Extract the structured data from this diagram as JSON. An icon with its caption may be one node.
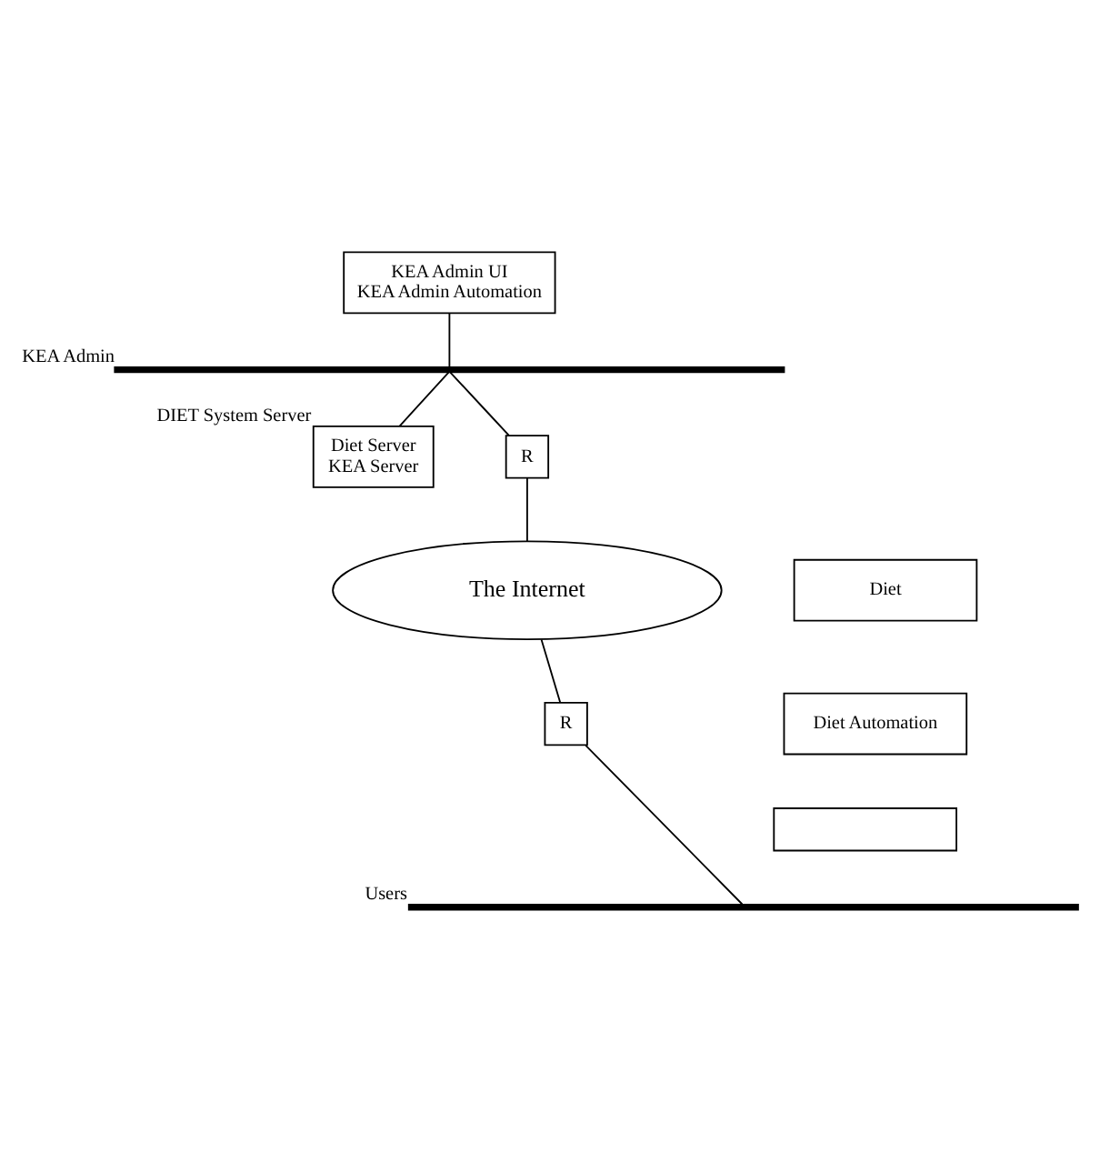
{
  "diagram": {
    "nodes": [
      {
        "text": [
          "KEA Admin UI",
          "KEA Admin Automation"
        ]
      },
      {
        "text": [],
        "shape": "bar",
        "beside": [
          "KEA Admin"
        ]
      },
      {
        "text": [
          "Diet Server",
          "KEA Server"
        ],
        "beside": [
          "DIET System Server"
        ]
      },
      {
        "text": [
          "R"
        ]
      },
      {
        "text": [
          "The Internet"
        ]
      },
      {
        "text": [
          "R"
        ]
      },
      {
        "text": [
          "Diet"
        ]
      },
      {
        "text": [
          "Diet Automation"
        ]
      },
      {
        "text": [],
        "shape": "box"
      },
      {
        "text": [],
        "shape": "bar",
        "beside": [
          "Users"
        ]
      }
    ],
    "edges": [
      {
        "from": 0,
        "to": 1,
        "arrow": "none"
      },
      {
        "from": 1,
        "to": 2,
        "arrow": "none"
      },
      {
        "from": 1,
        "to": 3,
        "arrow": "none"
      },
      {
        "from": 3,
        "to": 4,
        "arrow": "none"
      },
      {
        "from": 4,
        "to": 5,
        "arrow": "none"
      },
      {
        "from": 5,
        "to": 9,
        "arrow": "none"
      }
    ]
  }
}
